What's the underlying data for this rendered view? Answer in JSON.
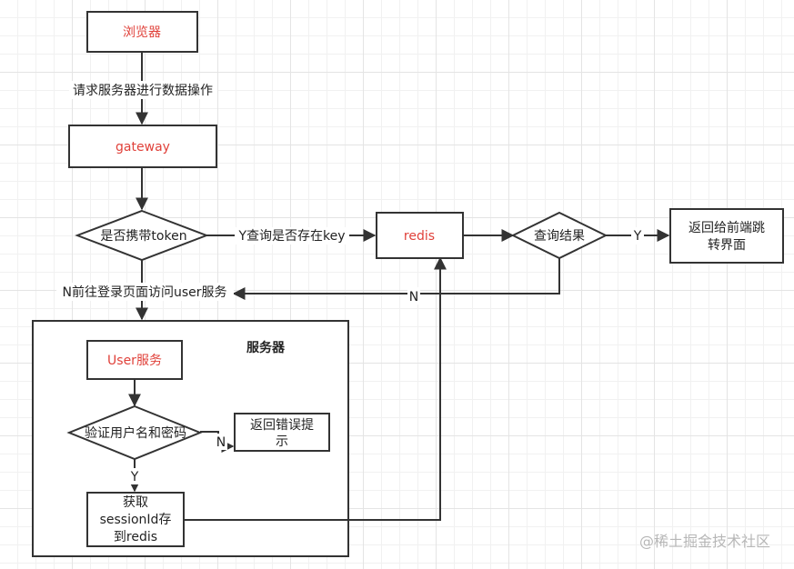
{
  "nodes": {
    "browser": "浏览器",
    "gateway": "gateway",
    "has_token": "是否携带token",
    "redis": "redis",
    "query_result": "查询结果",
    "return_front": [
      "返回给前端跳",
      "转界面"
    ],
    "server_group": "服务器",
    "user_service": "User服务",
    "verify": "验证用户名和密码",
    "return_error": [
      "返回错误提",
      "示"
    ],
    "get_session": [
      "获取",
      "sessionId存",
      "到redis"
    ]
  },
  "edges": {
    "request_server": "请求服务器进行数据操作",
    "yes_query_key": "Y查询是否存在key",
    "yes_result": "Y",
    "no_result": "N",
    "no_token_login": "N前往登录页面访问user服务",
    "no_verify": "N",
    "yes_verify": "Y"
  },
  "watermark": "@稀土掘金技术社区",
  "colors": {
    "accent_text": "#e0413a",
    "stroke": "#333333"
  }
}
